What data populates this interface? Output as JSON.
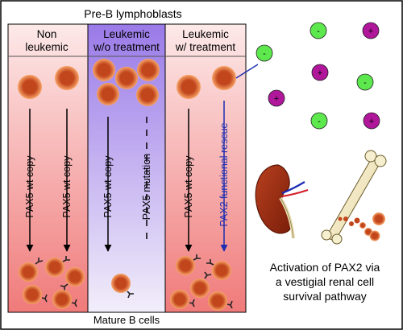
{
  "header": {
    "title": "Pre-B lymphoblasts"
  },
  "footer": {
    "label": "Mature B cells"
  },
  "columns": [
    {
      "heading_line1": "Non",
      "heading_line2": "leukemic",
      "arrows": [
        "PAX5 wt copy",
        "PAX5 wt copy"
      ]
    },
    {
      "heading_line1": "Leukemic",
      "heading_line2": "w/o treatment",
      "arrows": [
        "PAX5 wt copy",
        "PAX5 mutation"
      ]
    },
    {
      "heading_line1": "Leukemic",
      "heading_line2": "w/ treatment",
      "arrows": [
        "PAX5 wt copy",
        "PAX2 functional rescue"
      ]
    }
  ],
  "ions": [
    "-",
    "+",
    "-",
    "+",
    "+",
    "-",
    "-",
    "+"
  ],
  "caption": {
    "line1": "Activation of PAX2 via",
    "line2": "a vestigial renal cell",
    "line3": "survival pathway"
  },
  "colors": {
    "panel_pink": "#f08c8c",
    "panel_purple": "#a78bee",
    "cell_outer": "#f39a5c",
    "cell_inner": "#c0471c",
    "anion_green": "#5de84e",
    "cation_purple": "#b0179a",
    "rescue_arrow": "#1d2db0"
  }
}
